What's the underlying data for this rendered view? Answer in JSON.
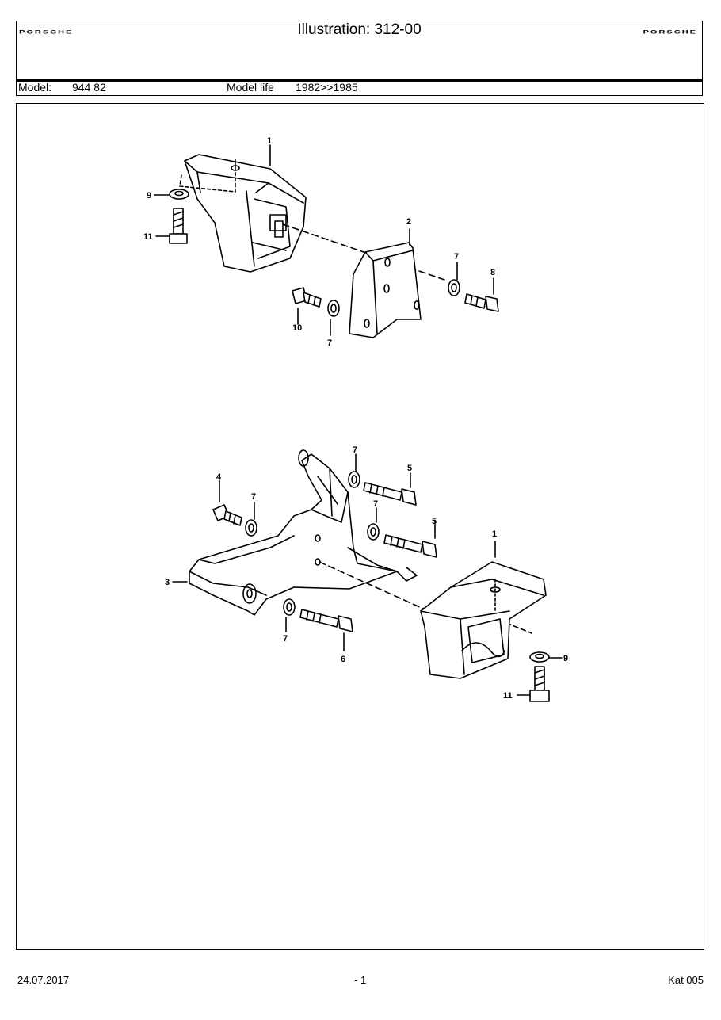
{
  "header": {
    "brand_left": "PORSCHE",
    "brand_right": "PORSCHE",
    "title": "Illustration: 312-00",
    "model_label": "Model:",
    "model_value": "944 82",
    "model_life_label": "Model life",
    "model_life_value": "1982>>1985"
  },
  "callouts": {
    "top": {
      "c1": "1",
      "c2": "2",
      "c7a": "7",
      "c8": "8",
      "c9": "9",
      "c10": "10",
      "c7b": "7",
      "c11": "11"
    },
    "bottom": {
      "c7a": "7",
      "c5a": "5",
      "c4": "4",
      "c7b": "7",
      "c7c": "7",
      "c5b": "5",
      "c1": "1",
      "c3": "3",
      "c9": "9",
      "c7d": "7",
      "c6": "6",
      "c11": "11"
    }
  },
  "footer": {
    "date": "24.07.2017",
    "page": "- 1",
    "catalog": "Kat 005"
  }
}
